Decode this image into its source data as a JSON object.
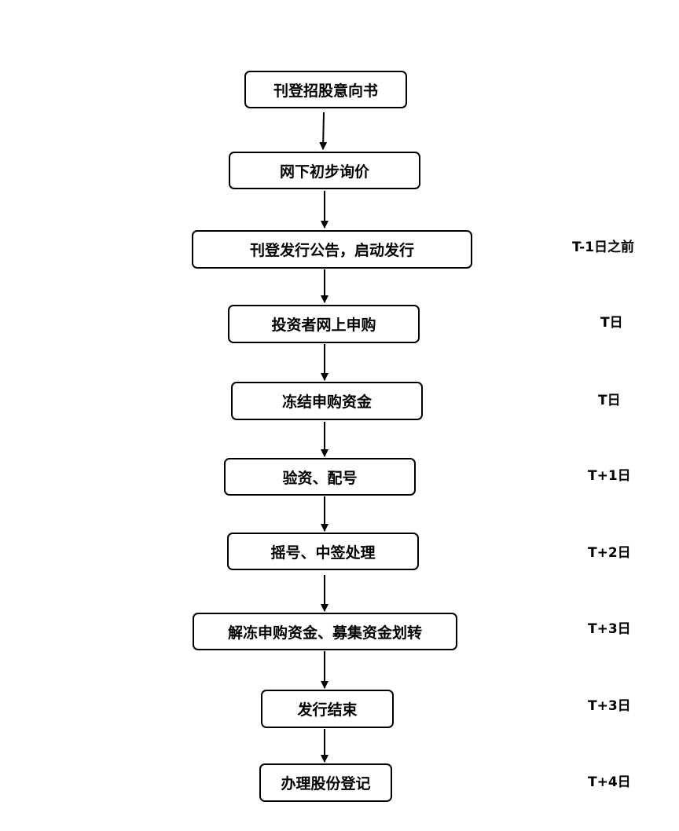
{
  "flow": {
    "steps": [
      {
        "text": "刊登招股意向书"
      },
      {
        "text": "网下初步询价"
      },
      {
        "text": "刊登发行公告，启动发行"
      },
      {
        "text": "投资者网上申购"
      },
      {
        "text": "冻结申购资金"
      },
      {
        "text": "验资、配号"
      },
      {
        "text": "摇号、中签处理"
      },
      {
        "text": "解冻申购资金、募集资金划转"
      },
      {
        "text": "发行结束"
      },
      {
        "text": "办理股份登记"
      }
    ],
    "timing": [
      "T-1日之前",
      "T日",
      "T日",
      "T+1日",
      "T+2日",
      "T+3日",
      "T+3日",
      "T+4日"
    ]
  }
}
